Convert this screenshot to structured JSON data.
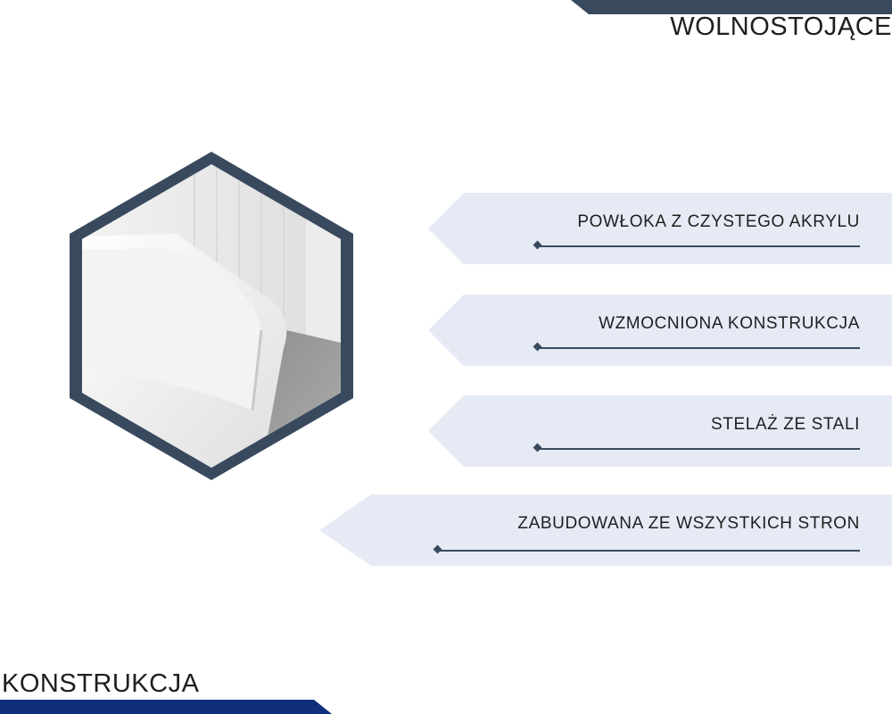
{
  "header": {
    "title": "WOLNOSTOJĄCE"
  },
  "footer": {
    "title": "KONSTRUKCJA"
  },
  "image": {
    "icon": "bathtub-photo-icon"
  },
  "features": [
    {
      "label": "POWŁOKA Z CZYSTEGO AKRYLU"
    },
    {
      "label": "WZMOCNIONA KONSTRUKCJA"
    },
    {
      "label": "STELAŻ ZE STALI"
    },
    {
      "label": "ZABUDOWANA ZE WSZYSTKICH STRON"
    }
  ],
  "colors": {
    "frame": "#3a4a5e",
    "card_bg": "#e6eaf5",
    "bottom_bar": "#0f2f7a",
    "top_bar": "#3a4a5e"
  }
}
